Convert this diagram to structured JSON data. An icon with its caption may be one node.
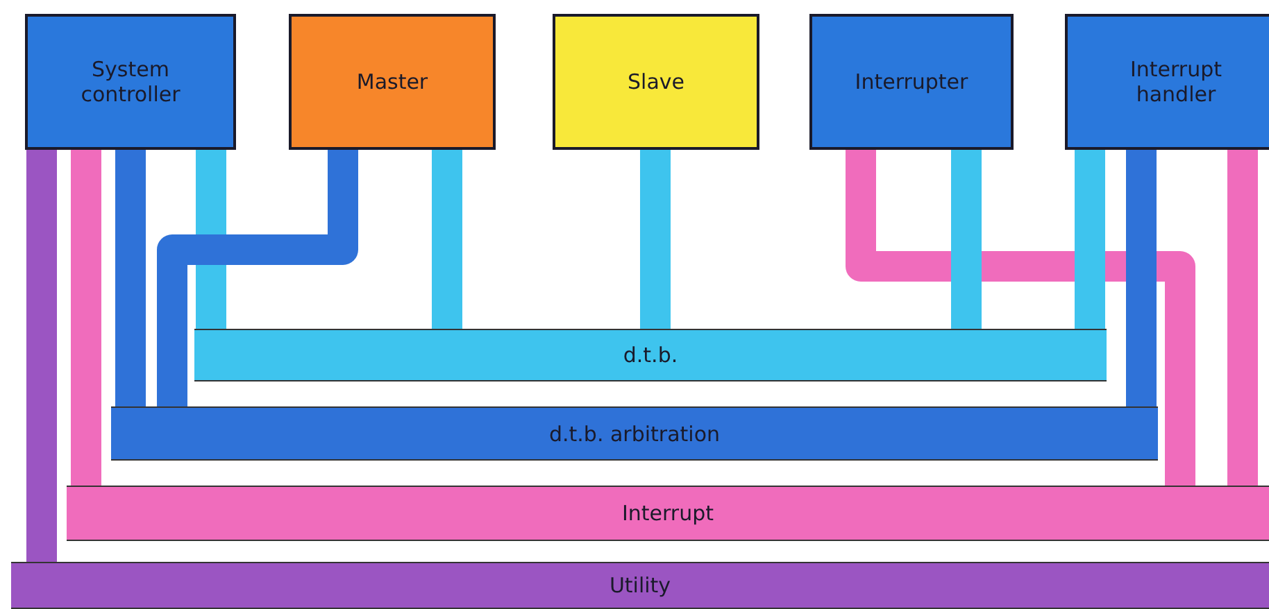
{
  "diagram": {
    "nodes": [
      {
        "text": [
          "System controller"
        ]
      },
      {
        "text": [
          "Master"
        ]
      },
      {
        "text": [
          "Slave"
        ]
      },
      {
        "text": [
          "Interrupter"
        ]
      },
      {
        "text": [
          "Interrupt handler"
        ]
      },
      {
        "text": [
          "d.t.b."
        ]
      },
      {
        "text": [
          "d.t.b. arbitration"
        ]
      },
      {
        "text": [
          "Interrupt"
        ]
      },
      {
        "text": [
          "Utility"
        ]
      }
    ],
    "edges": [
      {
        "from": 0,
        "to": 8,
        "arrow": "none",
        "color": "#9b55c2"
      },
      {
        "from": 0,
        "to": 7,
        "arrow": "none",
        "color": "#f06cbc"
      },
      {
        "from": 0,
        "to": 6,
        "arrow": "none",
        "color": "#2f72d8"
      },
      {
        "from": 0,
        "to": 5,
        "arrow": "none"
      },
      {
        "from": 1,
        "to": 6,
        "arrow": "none",
        "color": "#2f72d8"
      },
      {
        "from": 1,
        "to": 5,
        "arrow": "none"
      },
      {
        "from": 2,
        "to": 5,
        "arrow": "none"
      },
      {
        "from": 3,
        "to": 7,
        "arrow": "none",
        "color": "#f06cbc"
      },
      {
        "from": 3,
        "to": 5,
        "arrow": "none"
      },
      {
        "from": 4,
        "to": 7,
        "arrow": "none",
        "color": "#f06cbc"
      },
      {
        "from": 4,
        "to": 6,
        "arrow": "none",
        "color": "#2f72d8"
      },
      {
        "from": 4,
        "to": 5,
        "arrow": "none"
      }
    ]
  }
}
